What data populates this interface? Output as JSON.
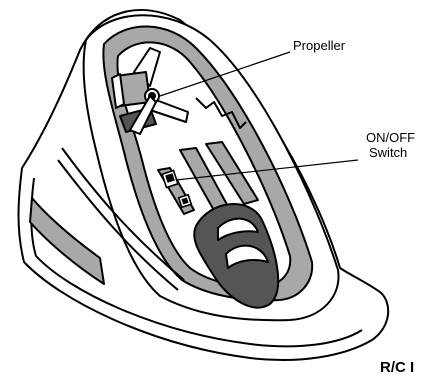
{
  "labels": {
    "propeller": "Propeller",
    "switch_line1": "ON/OFF",
    "switch_line2": "Switch",
    "model_cut": "R/C I"
  },
  "icons": {
    "propeller": "propeller-icon",
    "switch": "on-off-switch-icon"
  },
  "colors": {
    "ink": "#000000",
    "body_fill": "#ffffff",
    "panel_gray": "#a8a8a8",
    "deep_gray": "#555555"
  }
}
